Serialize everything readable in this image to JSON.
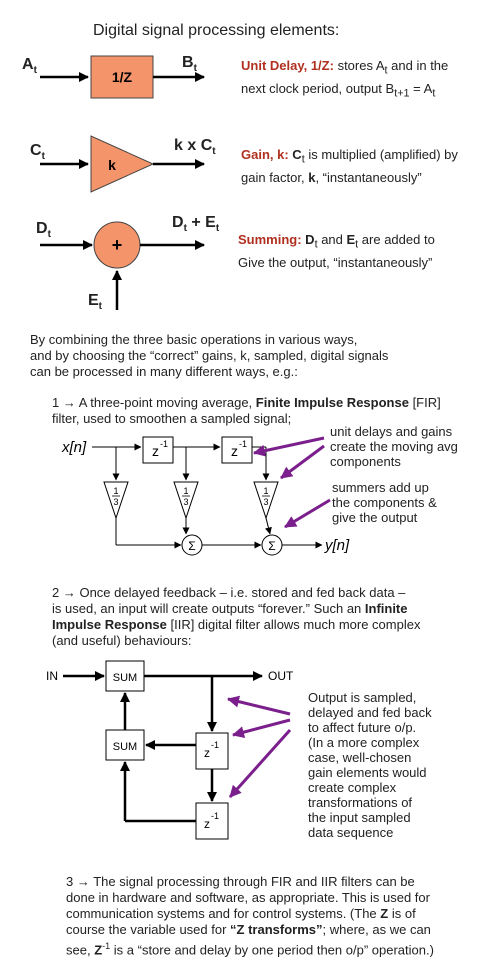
{
  "title": "Digital signal processing elements:",
  "unit_delay": {
    "block_label": "1/Z",
    "input_var": "A",
    "input_sub": "t",
    "output_var": "B",
    "output_sub": "t",
    "desc_head": "Unit Delay, 1/Z:",
    "desc_l1": " stores A",
    "desc_l1_sub": "t",
    "desc_l1b": " and in the",
    "desc_l2": "next clock period, output B",
    "desc_l2_sub": "t+1",
    "desc_l2b": " = A",
    "desc_l2_sub2": "t"
  },
  "gain": {
    "block_label": "k",
    "input_var": "C",
    "input_sub": "t",
    "output_var": "k x C",
    "output_sub": "t",
    "desc_head": "Gain, k:",
    "desc_l1": " C",
    "desc_l1_sub": "t",
    "desc_l1b": " is multiplied (amplified) by",
    "desc_l2a": "gain factor, ",
    "desc_l2_bold": "k",
    "desc_l2b": ", “instantaneously”"
  },
  "summing": {
    "block_label": "+",
    "input1_var": "D",
    "input1_sub": "t",
    "input2_var": "E",
    "input2_sub": "t",
    "output_var": "D",
    "output_sub": "t",
    "output_plus": " + E",
    "output_sub2": "t",
    "desc_head": "Summing:",
    "desc_l1a": " D",
    "desc_l1_sub": "t",
    "desc_l1b": " and ",
    "desc_l1c": "E",
    "desc_l1_sub2": "t",
    "desc_l1d": " are added to",
    "desc_l2": "Give the output, “instantaneously”"
  },
  "intro_lines": [
    "By combining the three basic operations in various ways,",
    "and by choosing the “correct” gains, k, sampled, digital signals",
    "can be processed in many different ways, e.g.:"
  ],
  "fir": {
    "line1a": "1 → A three-point moving average, ",
    "line1_bold": "Finite Impulse Response",
    "line1b": " [FIR]",
    "line2": "filter, used to smoothen a sampled signal;",
    "input_label": "x[n]",
    "output_label": "y[n]",
    "delay_label": "z",
    "delay_exp": "-1",
    "gain_num": "1",
    "gain_den": "3",
    "sum_symbol": "Σ",
    "note1": [
      "unit delays and gains",
      "create the moving avg",
      "components"
    ],
    "note2": [
      "summers add up",
      "the components &",
      "give the output"
    ]
  },
  "iir": {
    "line1": "2 → Once delayed feedback – i.e. stored and fed back data –",
    "line2a": "is used, an input will create outputs “forever.” Such an ",
    "line2_bold": "Infinite",
    "line3_bold": "Impulse Response",
    "line3b": " [IIR] digital filter allows much more complex",
    "line4": "(and useful) behaviours:",
    "in_label": "IN",
    "out_label": "OUT",
    "sum_label": "SUM",
    "delay_label": "z",
    "delay_exp": "-1",
    "note": [
      "Output is sampled,",
      "delayed and fed back",
      "to affect future o/p.",
      "(In a more complex",
      "case, well-chosen",
      "gain elements would",
      "create complex",
      "transformations of",
      "the input sampled",
      "data sequence"
    ]
  },
  "conclusion": {
    "line1": "3 → The signal processing through FIR and IIR filters can be",
    "line2": "done in hardware and software, as appropriate. This is used for",
    "line3a": "communication systems and for control systems. (The ",
    "line3_bold": "Z",
    "line3b": " is of",
    "line4a": "course the variable used for ",
    "line4_bold": "“Z transforms”",
    "line4b": "; where, as we can",
    "line5a": "see,  ",
    "line5_bold": "Z",
    "line5_exp": "-1",
    "line5b": " is a “store and delay by one period then o/p” operation.)"
  },
  "colors": {
    "block_fill": "#f4946a",
    "arrow_purple": "#7a1f8c",
    "desc_red": "#b03020"
  }
}
